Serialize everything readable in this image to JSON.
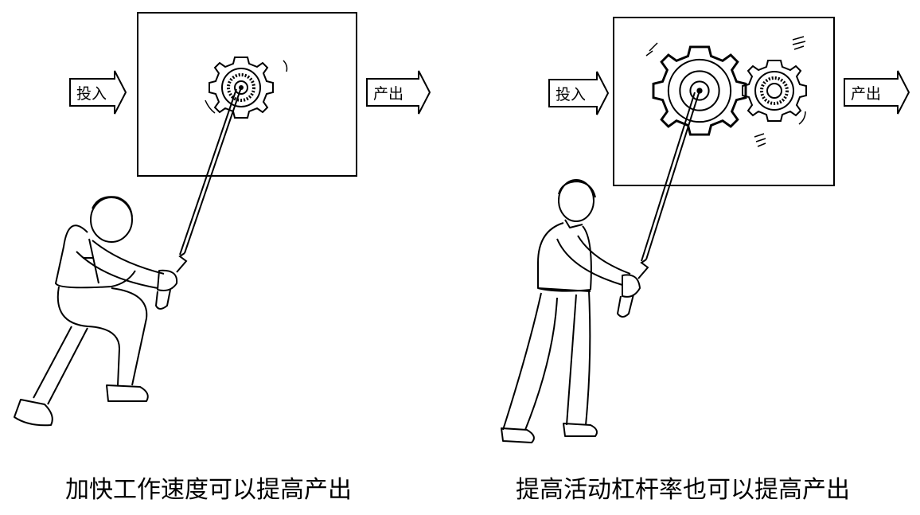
{
  "panels": [
    {
      "input_label": "投入",
      "output_label": "产出",
      "caption": "加快工作速度可以提高产出"
    },
    {
      "input_label": "投入",
      "output_label": "产出",
      "caption": "提高活动杠杆率也可以提高产出"
    }
  ],
  "colors": {
    "ink": "#000000",
    "background": "#ffffff"
  }
}
